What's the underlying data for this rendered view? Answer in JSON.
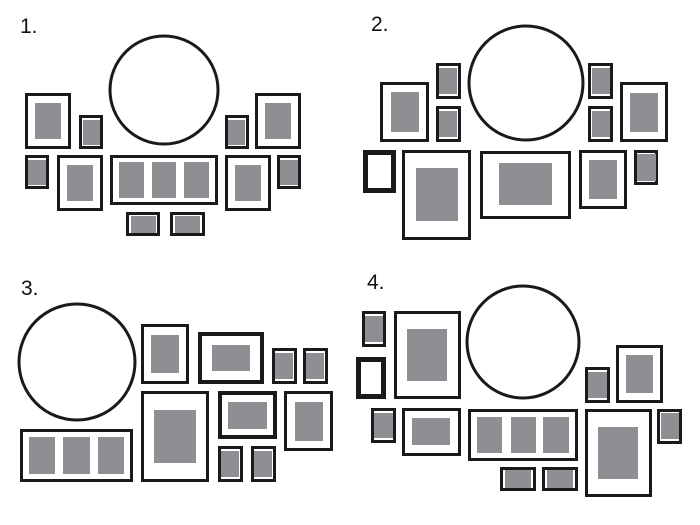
{
  "layouts": [
    {
      "label": "1."
    },
    {
      "label": "2."
    },
    {
      "label": "3."
    },
    {
      "label": "4."
    }
  ],
  "colors": {
    "frame": "#1a1a1a",
    "photo": "#8e8f93",
    "mat": "#ffffff"
  }
}
